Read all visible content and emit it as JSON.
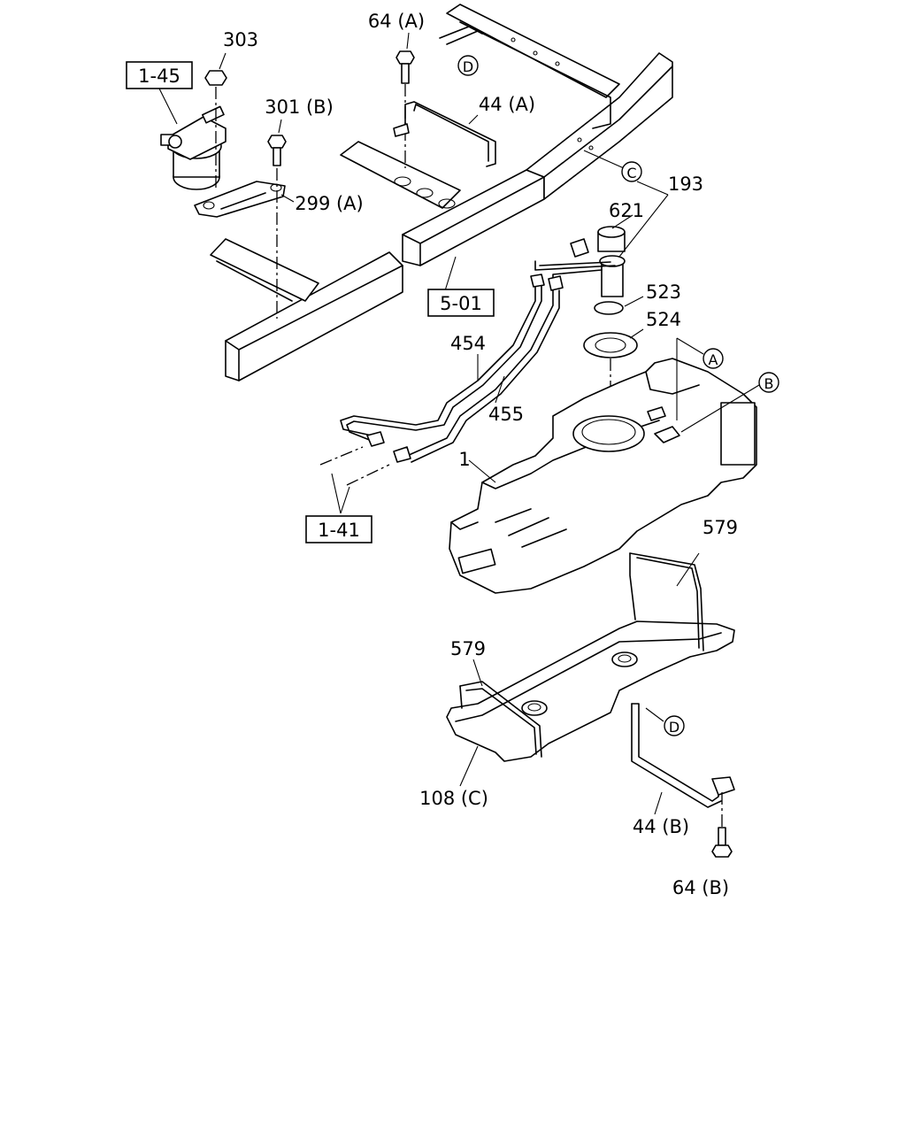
{
  "callouts": {
    "p303": "303",
    "p64a": "64 (A)",
    "p301b": "301 (B)",
    "p44a": "44 (A)",
    "p299a": "299 (A)",
    "p193": "193",
    "p621": "621",
    "p523": "523",
    "p524": "524",
    "p454": "454",
    "p455": "455",
    "p1": "1",
    "p579_top": "579",
    "p579_left": "579",
    "p108c": "108 (C)",
    "p44b": "44 (B)",
    "p64b": "64 (B)"
  },
  "references": {
    "r145": "1-45",
    "r501": "5-01",
    "r141": "1-41"
  },
  "connectors": {
    "a": "A",
    "b": "B",
    "c": "C",
    "d_top": "D",
    "d_bottom": "D"
  }
}
